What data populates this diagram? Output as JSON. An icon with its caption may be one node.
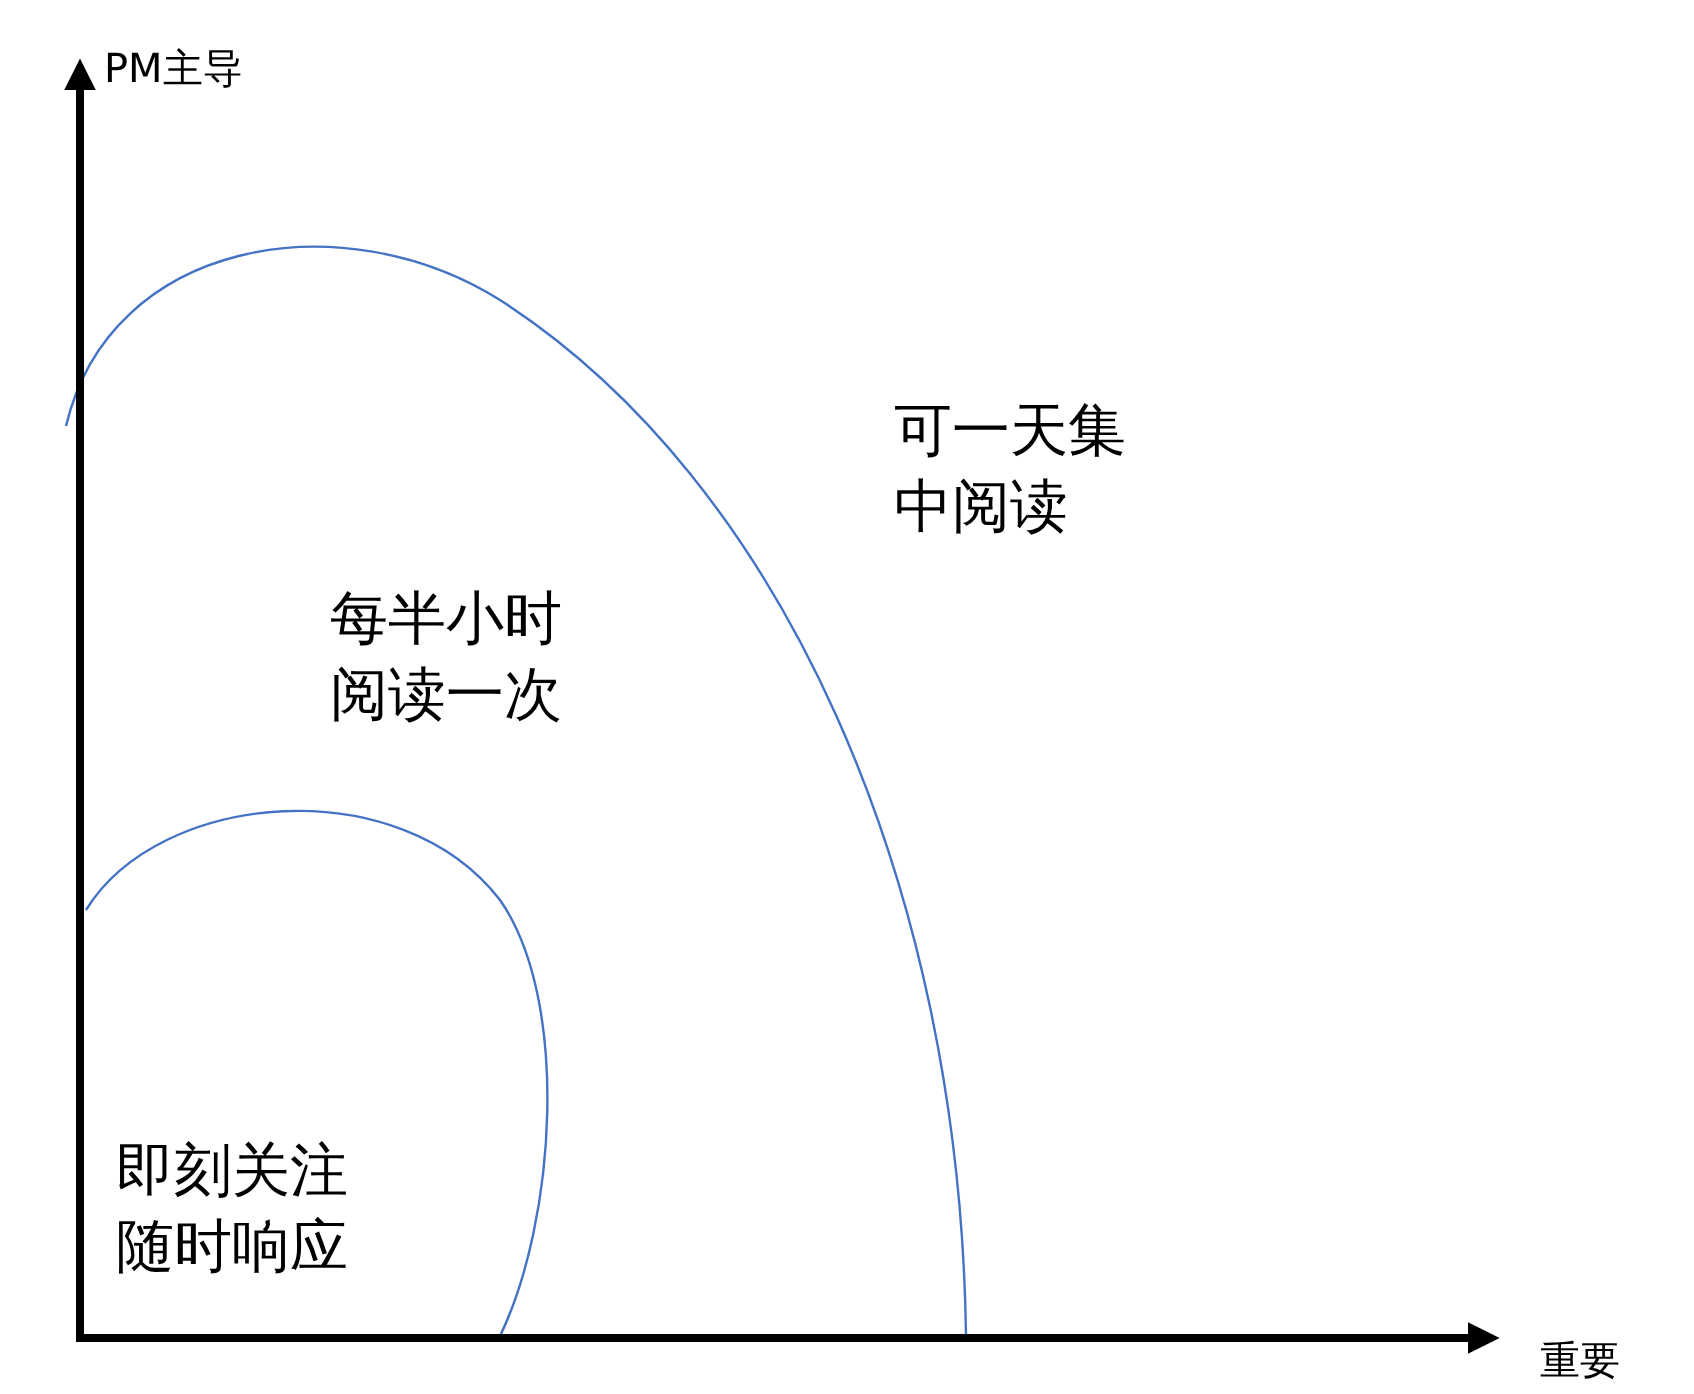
{
  "diagram": {
    "labels": [
      "PM主导",
      "可一天集中阅读",
      "每半小时阅读一次",
      "即刻关注随时响应",
      "重要"
    ]
  }
}
